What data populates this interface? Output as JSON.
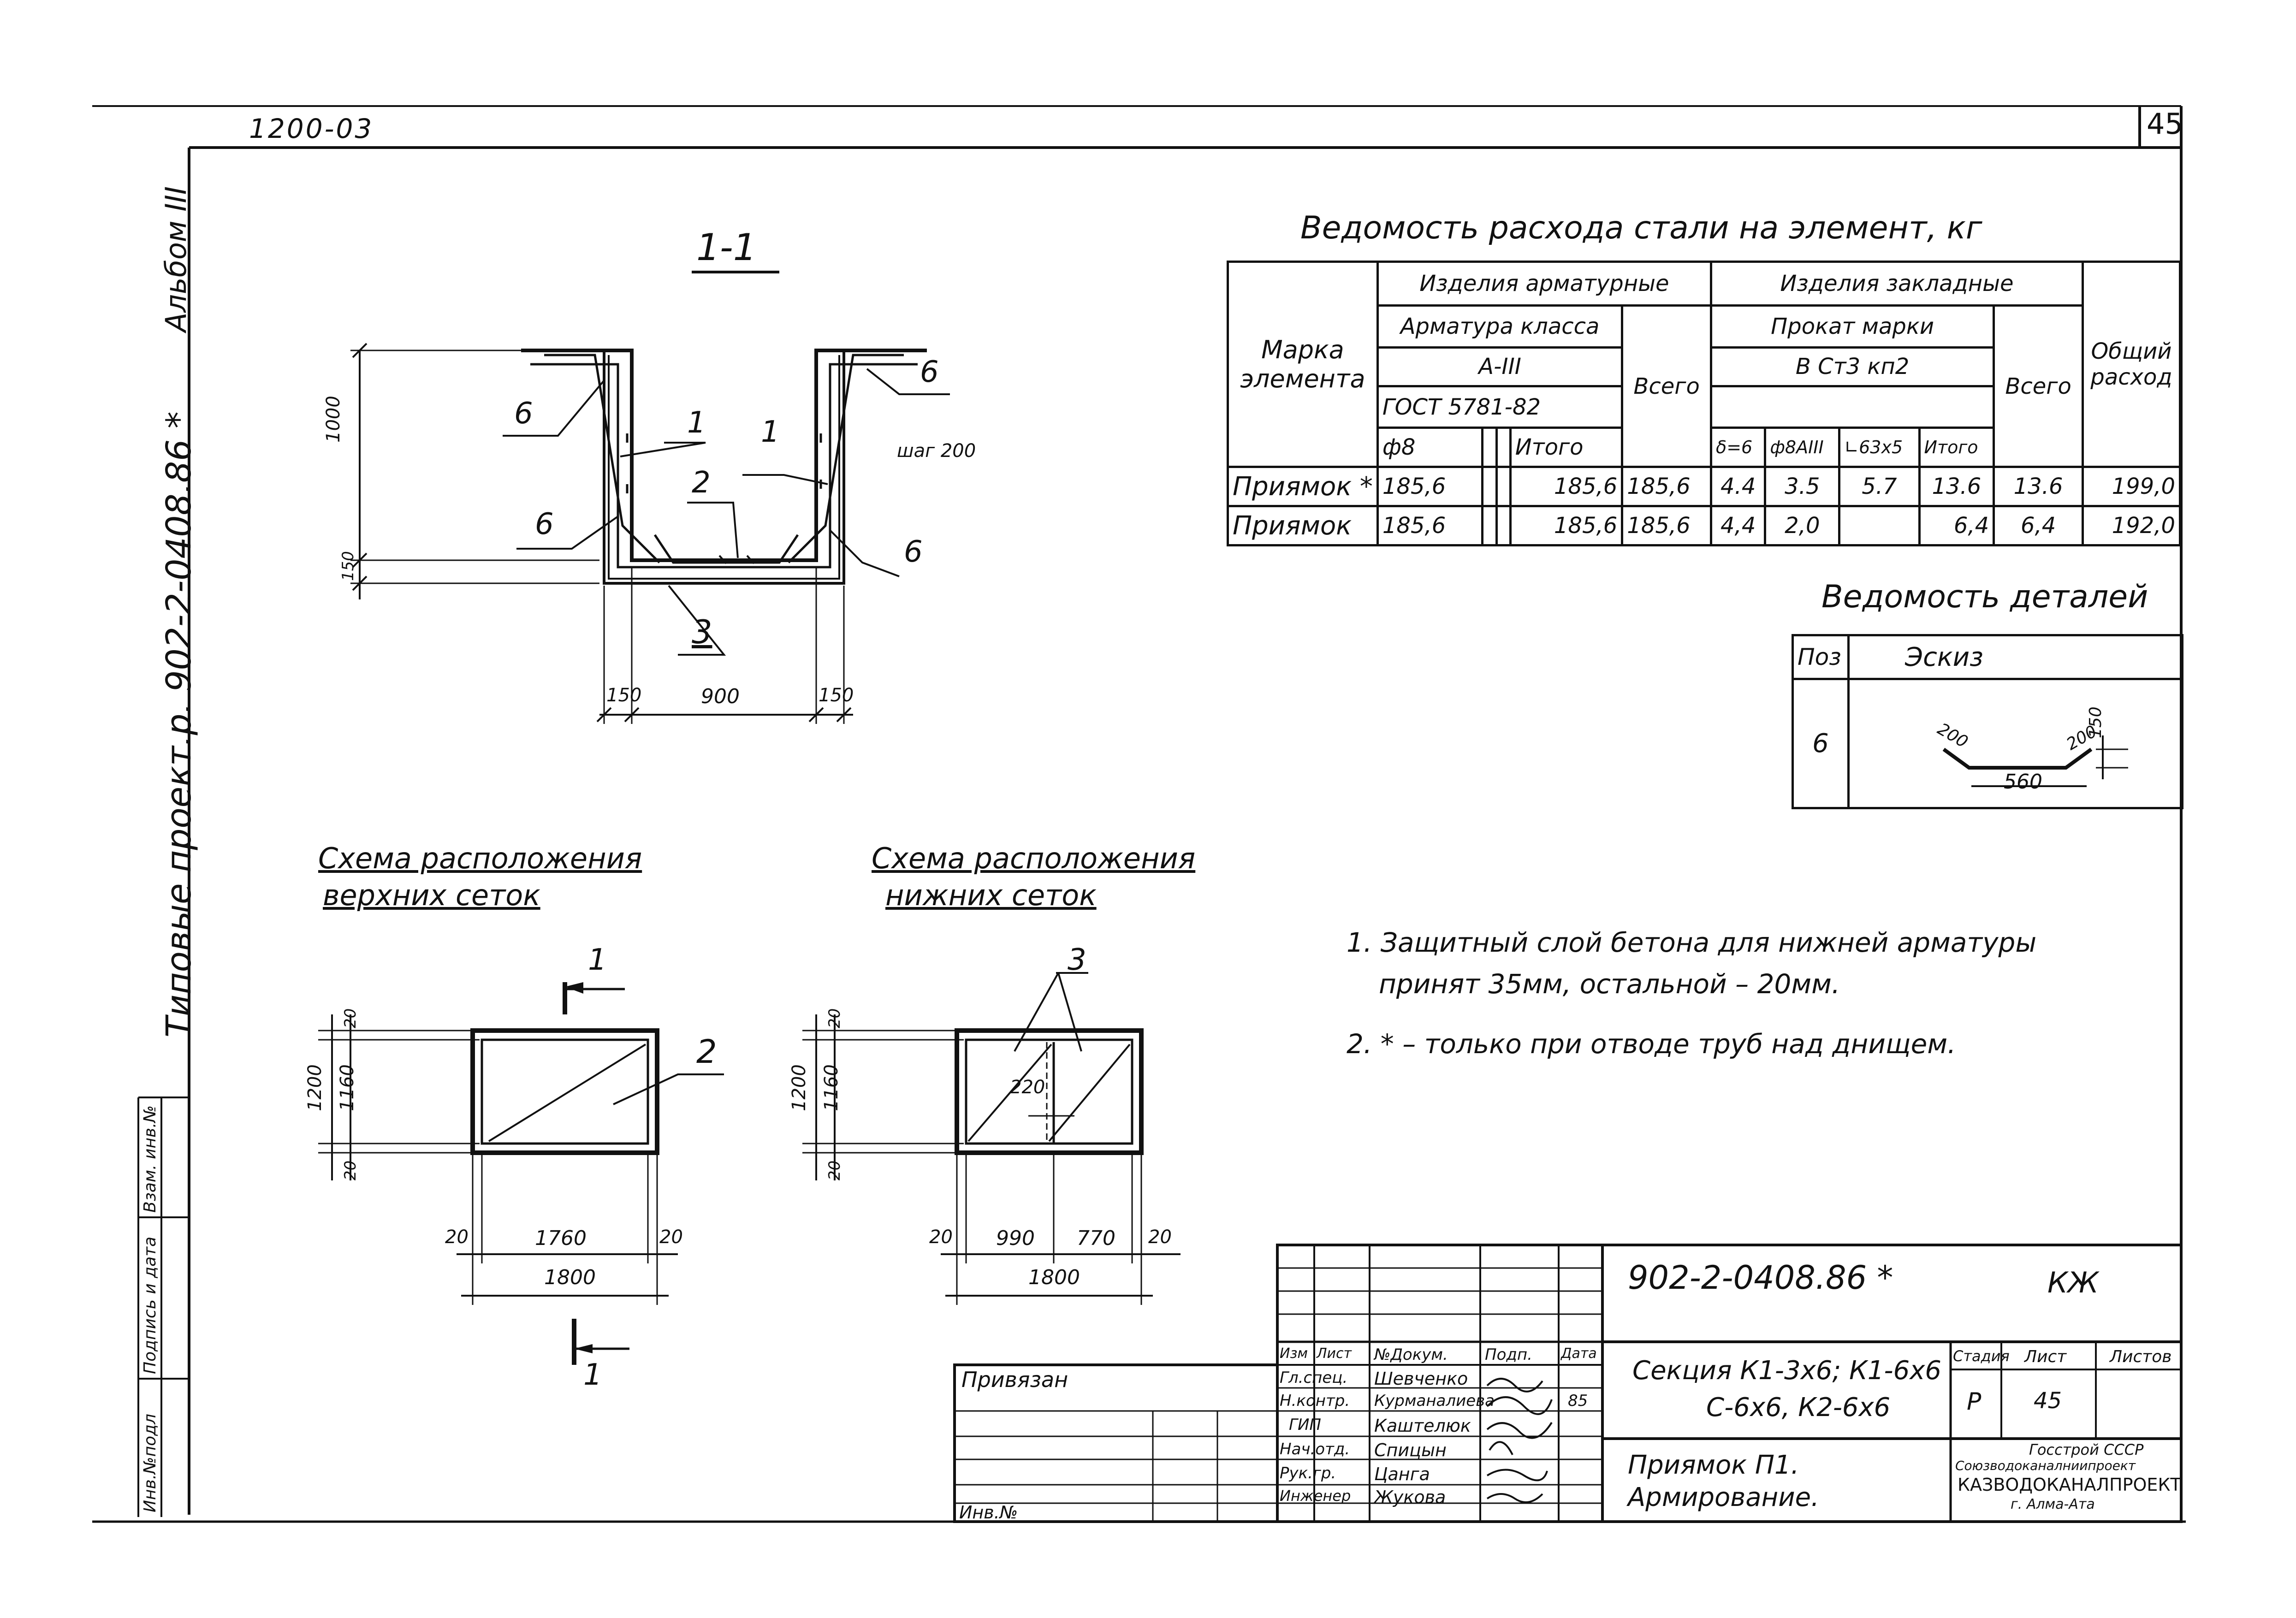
{
  "header": {
    "corner_code": "1200-03",
    "page_number": "45",
    "side_title": "Типовые проект.р. 902-2-0408.86 *",
    "side_album": "Альбом III"
  },
  "left_stamp": {
    "labels": [
      "Инв.№подл",
      "Подпись и дата",
      "Взам. инв.№"
    ]
  },
  "section": {
    "title": "1-1",
    "dims": {
      "height_upper": "1000",
      "height_lower": "150",
      "width_left": "150",
      "width_mid": "900",
      "width_right": "150"
    },
    "callouts": [
      "6",
      "1",
      "1",
      "6",
      "2",
      "6",
      "6",
      "3"
    ],
    "step_note": "шаг 200"
  },
  "steel_table": {
    "title": "Ведомость расхода стали на элемент, кг",
    "head": {
      "mark": "Марка элемента",
      "rebar_products": "Изделия арматурные",
      "embedded_products": "Изделия закладные",
      "rebar_class": "Арматура класса",
      "class_value": "А-III",
      "gost": "ГОСТ 5781-82",
      "rolled": "Прокат марки",
      "rolled_value": "В Ст3 кп2",
      "total": "Всего",
      "total2": "Всего",
      "overall": "Общий расход",
      "d8": "ф8",
      "itogo": "Итого",
      "d6": "δ=6",
      "d8a3": "ф8АIII",
      "angle": "∟63х5",
      "itogo2": "Итого"
    },
    "rows": [
      {
        "mark": "Приямок *",
        "d8": "185,6",
        "c2": "",
        "c3": "",
        "itogo": "185,6",
        "total": "185,6",
        "d6": "4.4",
        "d8a3": "3.5",
        "angle": "5.7",
        "itogo2": "13.6",
        "total2": "13.6",
        "overall": "199,0"
      },
      {
        "mark": "Приямок",
        "d8": "185,6",
        "c2": "",
        "c3": "",
        "itogo": "185,6",
        "total": "185,6",
        "d6": "4,4",
        "d8a3": "2,0",
        "angle": "",
        "itogo2": "6,4",
        "total2": "6,4",
        "overall": "192,0"
      }
    ]
  },
  "details_table": {
    "title": "Ведомость деталей",
    "head_pos": "Поз",
    "head_sketch": "Эскиз",
    "pos": "6",
    "dims": {
      "left": "200",
      "right": "200",
      "height": "150",
      "base": "560"
    }
  },
  "upper_mesh": {
    "title_line1": "Схема расположения",
    "title_line2": "верхних сеток",
    "callout": "2",
    "cut_label_top": "1",
    "cut_label_bottom": "1",
    "dims": {
      "top": "20",
      "height_total": "1200",
      "height_inner": "1160",
      "bottom": "20",
      "left": "20",
      "width_inner": "1760",
      "right": "20",
      "width_total": "1800"
    }
  },
  "lower_mesh": {
    "title_line1": "Схема расположения",
    "title_line2": "нижних сеток",
    "callout": "3",
    "overlap": "220",
    "dims": {
      "top": "20",
      "height_total": "1200",
      "height_inner": "1160",
      "bottom": "20",
      "left": "20",
      "width_a": "990",
      "width_b": "770",
      "right": "20",
      "width_total": "1800"
    }
  },
  "notes": [
    "1. Защитный слой бетона для нижней арматуры",
    "принят 35мм, остальной – 20мм.",
    "2. * – только при отводе труб над днищем."
  ],
  "title_block": {
    "doc_code": "902-2-0408.86 *",
    "mark": "КЖ",
    "privyazan": "Привязан",
    "inv": "Инв.№",
    "cols": [
      "Изм",
      "Лист",
      "№Докум.",
      "Подп.",
      "Дата"
    ],
    "staff": [
      {
        "role": "Гл.спец.",
        "name": "Шевченко"
      },
      {
        "role": "Н.контр.",
        "name": "Курманалиева"
      },
      {
        "role": "ГИП",
        "name": "Каштелюк"
      },
      {
        "role": "Нач.отд.",
        "name": "Спицын"
      },
      {
        "role": "Рук.гр.",
        "name": "Цанга"
      },
      {
        "role": "Инженер",
        "name": "Жукова"
      }
    ],
    "year": "85",
    "section_line1": "Секция К1-3х6; К1-6х6",
    "section_line2": "С-6х6, К2-6х6",
    "element_line1": "Приямок П1.",
    "element_line2": "Армирование.",
    "stage_head": "Стадия",
    "sheet_head": "Лист",
    "sheets_head": "Листов",
    "stage": "Р",
    "sheet": "45",
    "sheets": "",
    "org_line1": "Госстрой СССР",
    "org_line2": "Союзводоканалниипроект",
    "org_line3": "КАЗВОДОКАНАЛПРОЕКТ",
    "org_line4": "г. Алма-Ата"
  }
}
